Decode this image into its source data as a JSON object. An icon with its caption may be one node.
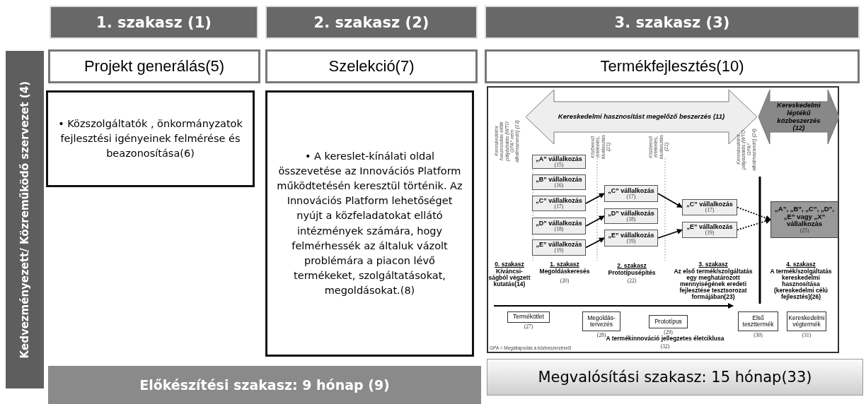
{
  "diagram": {
    "nodes": [
      {
        "text": [
          "1. szakasz (1)"
        ]
      },
      {
        "text": [
          "2. szakasz (2)"
        ]
      },
      {
        "text": [
          "3. szakasz (3)"
        ]
      },
      {
        "text": [
          "Kedvezményezett/ Közreműködő szervezet (4)"
        ]
      },
      {
        "text": [
          "Projekt generálás(5)"
        ]
      },
      {
        "text": [
          "• Közszolgáltatók , önkormányzatok fejlesztési igényeinek felmérése és beazonosítása(6)"
        ]
      },
      {
        "text": [
          "Szelekció(7)"
        ]
      },
      {
        "text": [
          "• A kereslet-kínálati oldal összevetése az Innovációs Platform működtetésén keresztül történik. Az Innovációs Platform lehetőséget nyújt a közfeladatokat ellátó intézmények számára, hogy felmérhessék az általuk vázolt problémára a piacon lévő termékeket, szolgáltatásokat, megoldásokat.(8)"
        ]
      },
      {
        "text": [
          "Előkészítési szakasz: 9 hónap (9)"
        ]
      },
      {
        "text": [
          "Termékfejlesztés(10)"
        ]
      },
      {
        "text": [],
        "shape": "box"
      },
      {
        "text": [
          "Kereskedelmi hasznosítást megelőző beszerzés (11)"
        ],
        "in": 10
      },
      {
        "text": [
          "Kereskedelmi léptékű közbeszerzés (12)"
        ],
        "in": 10
      },
      {
        "text": [
          "„A” vállalkozás",
          "(15)"
        ],
        "in": 10
      },
      {
        "text": [
          "„B” vállalkozás",
          "(16)"
        ],
        "in": 10
      },
      {
        "text": [
          "„C” vállalkozás",
          "(17)"
        ],
        "in": 10
      },
      {
        "text": [
          "„D” vállalkozás",
          "(18)"
        ],
        "in": 10
      },
      {
        "text": [
          "„E” vállalkozás",
          "(19)"
        ],
        "in": 10
      },
      {
        "text": [
          "„C” vállalkozás",
          "(17)"
        ],
        "in": 10
      },
      {
        "text": [
          "„D” vállalkozás",
          "(18)"
        ],
        "in": 10
      },
      {
        "text": [
          "„E” vállalkozás",
          "(19)"
        ],
        "in": 10
      },
      {
        "text": [
          "„C” vállalkozás",
          "(17)"
        ],
        "in": 10
      },
      {
        "text": [
          "„E” vállalkozás",
          "(19)"
        ],
        "in": 10
      },
      {
        "text": [
          "„A”, „B”, „C”, „D”, „E” vagy „X” vállalkozás",
          "(25)"
        ],
        "in": 10
      },
      {
        "text": [
          "Termékötlet"
        ],
        "beside": [
          "(27)"
        ],
        "in": 10
      },
      {
        "text": [
          "Megoldás-tervezés"
        ],
        "beside": [
          "(28)"
        ],
        "in": 10
      },
      {
        "text": [
          "Prototípus"
        ],
        "beside": [
          "(29)"
        ],
        "in": 10
      },
      {
        "text": [
          "Első teszttermék"
        ],
        "beside": [
          "(30)"
        ],
        "in": 10
      },
      {
        "text": [
          "Kereskedelmi végtermék"
        ],
        "beside": [
          "(31)"
        ],
        "in": 10
      },
      {
        "text": [
          "Megvalósítási szakasz: 15 hónap(33)"
        ]
      }
    ],
    "edges": [
      {
        "from": 15,
        "to": 18,
        "arrow": "to"
      },
      {
        "from": 16,
        "to": 19,
        "arrow": "to"
      },
      {
        "from": 17,
        "to": 20,
        "arrow": "to"
      },
      {
        "from": 18,
        "to": 21,
        "arrow": "to"
      },
      {
        "from": 20,
        "to": 22,
        "arrow": "to"
      },
      {
        "from": 21,
        "to": 23,
        "arrow": "to",
        "style": "dashed"
      },
      {
        "from": 22,
        "to": 23,
        "arrow": "to",
        "style": "dashed"
      }
    ],
    "labels": [
      "Kereskedelmi hasznosítás előtti pályáztatás (WTO GPA* nem alkalmazandó) (13)",
      "Közbenső értékelés, kiválasztás (21)",
      "Közbenső értékelés, kiválasztás (21)",
      "Kereskedelmi pályáztatás (WTO GPA* alkalmazandó) (24)",
      "0. szakasz",
      "Kíváncsi-ságból végzett kutatás(14)",
      "1. szakasz",
      "Megoldáskeresés",
      "(20)",
      "2. szakasz",
      "Prototípusépítés",
      "(22)",
      "3. szakasz",
      "Az első termék/szolgáltatás egy meghatározott mennyiségének eredeti fejlesztése tesztsorozat formájában(23)",
      "4. szakasz",
      "A termék/szolgáltatás kereskedelmi hasznosítása (kereskedelmi célú fejlesztés)(26)",
      "A termékinnováció jellegzetes életciklusa",
      "(32)",
      "GPA = Megállapodás a közbeszerzésről"
    ]
  }
}
